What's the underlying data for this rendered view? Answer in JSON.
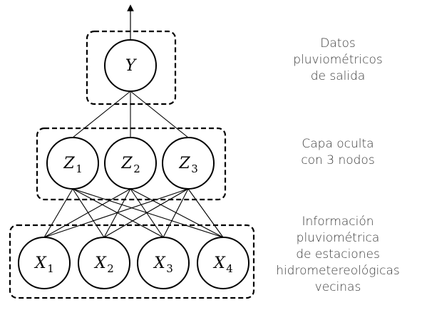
{
  "colors": {
    "stroke": "#000000",
    "text": "#3b3b3b"
  },
  "nodes": {
    "output": [
      {
        "base": "Y",
        "sub": ""
      }
    ],
    "hidden": [
      {
        "base": "Z",
        "sub": "1"
      },
      {
        "base": "Z",
        "sub": "2"
      },
      {
        "base": "Z",
        "sub": "3"
      }
    ],
    "input": [
      {
        "base": "X",
        "sub": "1"
      },
      {
        "base": "X",
        "sub": "2"
      },
      {
        "base": "X",
        "sub": "3"
      },
      {
        "base": "X",
        "sub": "4"
      }
    ]
  },
  "descriptions": {
    "output": [
      "Datos",
      "pluviométricos",
      "de salida"
    ],
    "hidden": [
      "Capa oculta",
      "con 3 nodos"
    ],
    "input": [
      "Información",
      "pluviométrica",
      "de estaciones",
      "hidrometereológicas",
      "vecinas"
    ]
  }
}
